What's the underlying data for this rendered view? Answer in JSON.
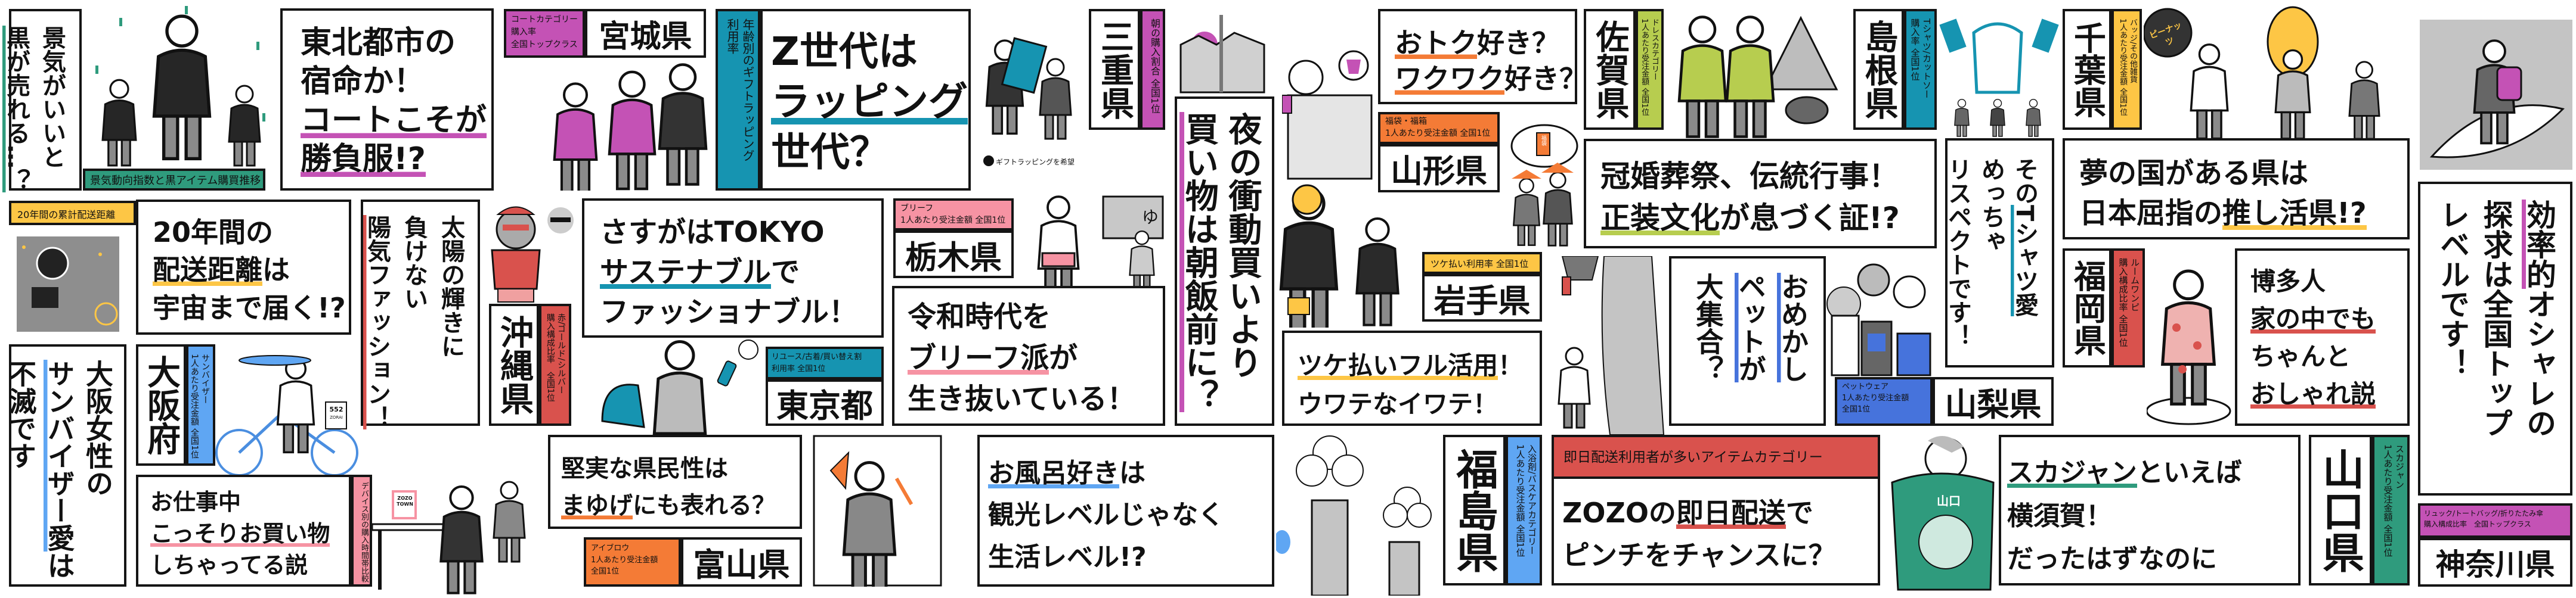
{
  "colors": {
    "green": "#2f9b7d",
    "magenta": "#c452b5",
    "teal": "#1694b1",
    "yellow": "#fdc645",
    "red": "#d9524d",
    "pink": "#f693a3",
    "blue": "#5fa6f3",
    "orange": "#f47b36",
    "lime": "#b7cd4f",
    "royal_blue": "#4673dc"
  },
  "headlines": {
    "keiki": {
      "c1": "景気がいいと",
      "c2": "黒が売れる…？"
    },
    "tohoku": {
      "l1": "東北都市の",
      "l2": "宿命か！",
      "l3": "コートこそが",
      "l4": "勝負服!?"
    },
    "zsedai": {
      "l1": "Z世代は",
      "l2": "ラッピング",
      "l3": "世代？"
    },
    "yoru": {
      "c1": "夜の衝動買いより",
      "c2": "買い物は朝飯前に？"
    },
    "otoku": {
      "l1u": "おトク",
      "l1": "好き？",
      "l2u": "ワクワク",
      "l2": "好き？"
    },
    "konkon": {
      "l1": "冠婚葬祭、伝統行事！",
      "l2u": "正装文化",
      "l2": "が息づく証!?"
    },
    "yume": {
      "l1": "夢の国がある県は",
      "l2": "日本屈指の",
      "l2u": "推し活県!?"
    },
    "tshirt": {
      "c1a": "その",
      "c1u": "Tシャツ愛",
      "c2": "めっちゃ",
      "c3": "リスペクトです！"
    },
    "kouritsu": {
      "c1u": "効率的",
      "c1": "オシャレの",
      "c2": "探求は全国トップ",
      "c3": "レベルです！"
    },
    "distance": {
      "l1": "20年間の",
      "l2u": "配送距離",
      "l2": "は",
      "l3": "宇宙まで届く!?"
    },
    "taiyou": {
      "c1": "太陽の輝きに",
      "c2": "負けない",
      "c3": "陽気ファッション！"
    },
    "tokyo": {
      "l1": "さすがはTOKYO",
      "l2u": "サステナブル",
      "l2": "で",
      "l3": "ファッショナブル！"
    },
    "reiwa": {
      "l1": "令和時代を",
      "l2u": "ブリーフ派",
      "l2": "が",
      "l3": "生き抜いている！"
    },
    "tsuke": {
      "l1u": "ツケ払いフル活用",
      "l1": "！",
      "l2": "ウワテなイワテ！"
    },
    "omekashi": {
      "c1": "おめかし",
      "c2": "ペットが",
      "c3": "大集合？"
    },
    "hakata": {
      "l1": "博多人",
      "l2": "家の中でも",
      "l3": "ちゃんと",
      "l4": "おしゃれ説"
    },
    "osaka": {
      "c1": "大阪女性の",
      "c2u": "サンバイザー愛",
      "c2": "は",
      "c3": "不滅です"
    },
    "oshigoto": {
      "l1": "お仕事中",
      "l2": "こっそりお買い物",
      "l3": "しちゃってる説"
    },
    "kenjitsu": {
      "l1": "堅実な県民性は",
      "l2u": "まゆげ",
      "l2": "にも表れる？"
    },
    "ofuro": {
      "l1u": "お風呂好き",
      "l1": "は",
      "l2": "観光レベルじゃなく",
      "l3": "生活レベル!?"
    },
    "zozo": {
      "l1a": "ZOZOの",
      "l1u": "即日配送",
      "l1": "で",
      "l2": "ピンチをチャンスに？"
    },
    "sukajan": {
      "l1u": "スカジャン",
      "l1": "といえば",
      "l2": "横須賀！",
      "l3": "だったはずなのに"
    }
  },
  "prefectures": {
    "miyagi": "宮城県",
    "mie": "三重県",
    "yamagata": "山形県",
    "saga": "佐賀県",
    "shimane": "島根県",
    "chiba": "千葉県",
    "fukuoka": "福岡県",
    "kanagawa": "神奈川県",
    "okinawa": "沖縄県",
    "tochigi": "栃木県",
    "tokyo": "東京都",
    "iwate": "岩手県",
    "yamanashi": "山梨県",
    "osaka": "大阪府",
    "toyama": "富山県",
    "fukushima": "福島県",
    "yamaguchi": "山口県"
  },
  "labels": {
    "keiki": "景気動向指数と黒アイテム購買推移",
    "miyagi": [
      "コートカテゴリー",
      "購入率",
      "全国トップクラス"
    ],
    "gift": [
      "年齢別のギフトラッピング",
      "利用率"
    ],
    "mie": "朝の購入割合 全国1位",
    "yamagata": [
      "福袋・福箱",
      "1人あたり受注金額 全国1位"
    ],
    "saga": [
      "ドレスカテゴリー",
      "1人あたり受注金額 全国1位"
    ],
    "shimane": [
      "Tシャツ/カットソー",
      "購入率 全国1位"
    ],
    "chiba": [
      "バッジ/その他雑貨",
      "1人あたり受注金額 全国1位"
    ],
    "fukuoka": [
      "ルームワンピ",
      "購入構成比率 全国1位"
    ],
    "kanagawa": [
      "リュック/トートバッグ/折りたたみ傘",
      "購入構成比率　全国トップクラス"
    ],
    "distance": "20年間の累計配送距離",
    "okinawa": [
      "赤/ゴールド/シルバー",
      "購入構成比率　全国1位"
    ],
    "tochigi": [
      "ブリーフ",
      "1人あたり受注金額 全国1位"
    ],
    "tokyo": [
      "リユース/古着/買い替え割",
      "利用率 全国1位"
    ],
    "iwate": "ツケ払い利用率 全国1位",
    "yamanashi": [
      "ペットウェア",
      "1人あたり受注金額",
      "全国1位"
    ],
    "osaka": [
      "サンバイザー",
      "1人あたり受注金額 全国1位"
    ],
    "device": "デバイス別の購入時間帯比較",
    "toyama": [
      "アイブロウ",
      "1人あたり受注金額",
      "全国1位"
    ],
    "fukushima": [
      "入浴剤/バスケアカテゴリー",
      "1人あたり受注金額 全国1位"
    ],
    "zozo": "即日配送利用者が多いアイテムカテゴリー",
    "yamaguchi": [
      "スカジャン",
      "1人あたり受注金額 全国1位"
    ]
  },
  "illustration_text": {
    "gift_check": "ギフトラッピングを希望",
    "bag_number": "552",
    "bag_brand": "ZORAI",
    "laptop": "ZOZO TOWN",
    "peanut_sign": "ピーナッツ",
    "fukubukuro": "福袋",
    "sukajan_back": "山口",
    "bath_curtain": "ゆ"
  }
}
